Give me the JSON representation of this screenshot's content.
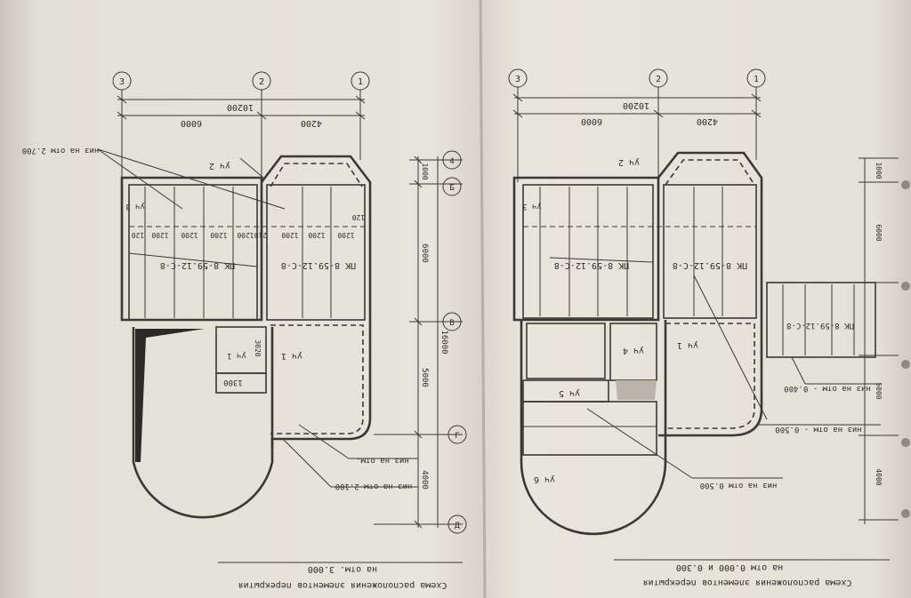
{
  "left_sheet": {
    "axes_top": [
      "3",
      "2",
      "1"
    ],
    "axes_right": [
      "4",
      "Б",
      "В",
      "Г",
      "Д"
    ],
    "dim_total": "10200",
    "dim_6000": "6000",
    "dim_4200": "4200",
    "dim_v_1000": "1000",
    "dim_v_6000": "6000",
    "dim_v_5000": "5000",
    "dim_v_4000": "4000",
    "dim_v_16000": "16000",
    "slab_label": "ПК 8-59.12-С-8",
    "widths": [
      "120",
      "1200",
      "1200",
      "1200",
      "1200",
      "210",
      "1200",
      "1200",
      "1200",
      "120"
    ],
    "uch1": "уч 1",
    "uch2": "уч 2",
    "uch3": "уч 3",
    "dim_3020": "3020",
    "dim_1300": "1300",
    "note_top": "низ на отм 2.700",
    "note_mid": "низ на отм.",
    "note_bot": "низ на отм 2.100",
    "title": "Схема расположения элементов перекрытия",
    "subtitle": "на отм. 3.000"
  },
  "right_sheet": {
    "axes_top": [
      "3",
      "2",
      "1"
    ],
    "dim_total": "10200",
    "dim_6000": "6000",
    "dim_4200": "4200",
    "slab_label": "ПК 8-59.12-С-8",
    "slab_small": "ПК 8-59.12-С-8",
    "panel_label": "ПК 8-59.12-С-8",
    "uch1": "уч 1",
    "uch2": "уч 2",
    "uch3": "уч 3",
    "uch4": "уч 4",
    "uch5": "уч 5",
    "uch6": "уч 6",
    "note_1": "низ на отм - 0.400",
    "note_2": "низ на отм - 0.500",
    "note_3": "низ на отм 0.500",
    "title": "Схема расположения элементов перекрытия",
    "subtitle": "на отм 0.000 и 0.300",
    "right_dims": [
      "1000",
      "6000",
      "5000",
      "4000"
    ]
  }
}
